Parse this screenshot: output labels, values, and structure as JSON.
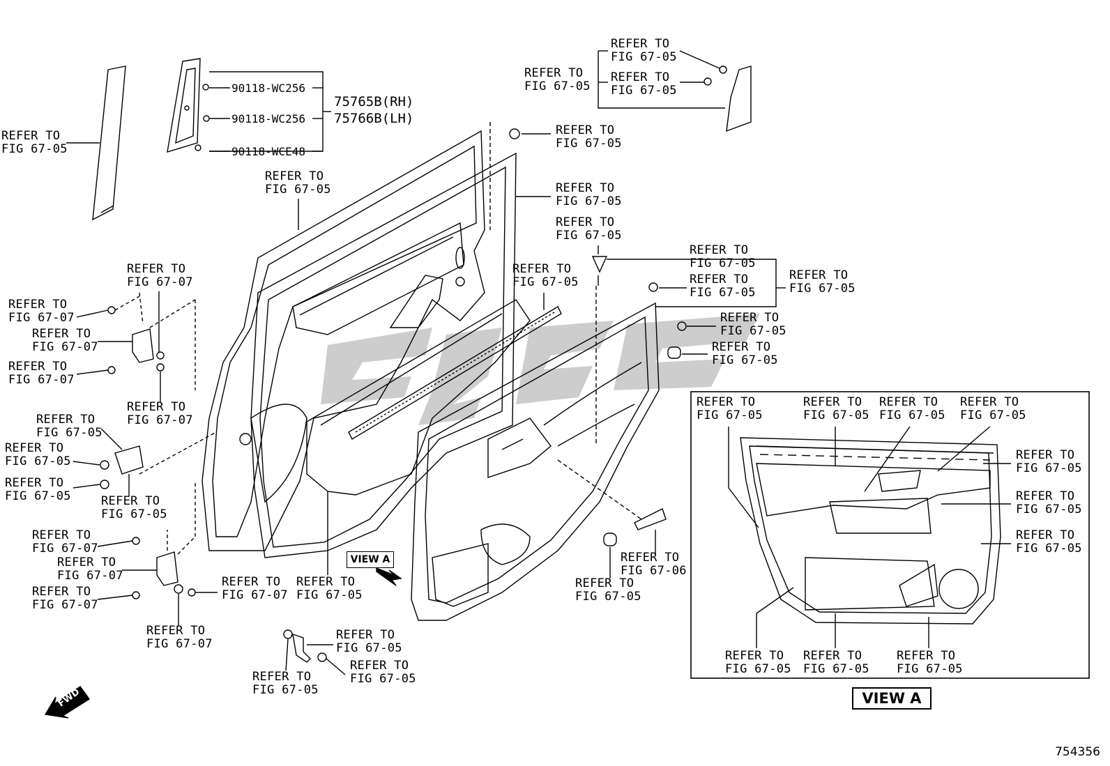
{
  "refer_text": "REFER TO",
  "fig_05": "FIG 67-05",
  "fig_06": "FIG 67-06",
  "fig_07": "FIG 67-07",
  "part_numbers": {
    "clip_1": "90118-WC256",
    "clip_2": "90118-WC256",
    "clip_3": "90118-WCE48",
    "rh": "75765B(RH)",
    "lh": "75766B(LH)"
  },
  "view_a_label": "VIEW A",
  "view_a_title": "VIEW A",
  "fwd_label": "FWD",
  "diagram_id": "754356",
  "colors": {
    "line": "#000000",
    "watermark": "#c8c8c8",
    "background": "#ffffff"
  }
}
